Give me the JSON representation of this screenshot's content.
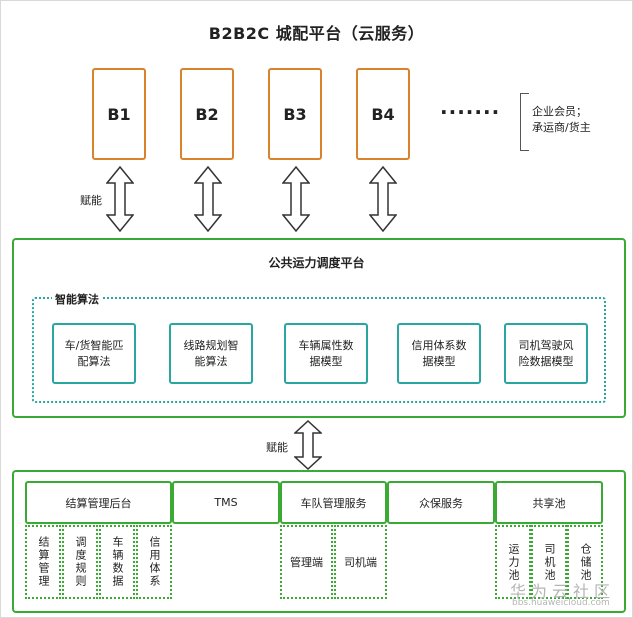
{
  "title": "B2B2C 城配平台（云服务）",
  "b_nodes": [
    "B1",
    "B2",
    "B3",
    "B4"
  ],
  "ellipsis": "·······",
  "members": [
    "企业会员；",
    "承运商/货主"
  ],
  "empower_label_top": "赋能",
  "empower_label_mid": "赋能",
  "platform": {
    "title": "公共运力调度平台",
    "algorithms_label": "智能算法",
    "algorithms": [
      "车/货智能匹配算法",
      "线路规划智能算法",
      "车辆属性数据模型",
      "信用体系数据模型",
      "司机驾驶风险数据模型"
    ]
  },
  "services": [
    "结算管理后台",
    "TMS",
    "车队管理服务",
    "众保服务",
    "共享池"
  ],
  "settlement_subs": [
    "结算管理",
    "调度规则",
    "车辆数据",
    "信用体系"
  ],
  "fleet_subs": [
    "管理端",
    "司机端"
  ],
  "pool_subs": [
    "运力池",
    "司机池",
    "仓储池"
  ],
  "watermark": {
    "text": "华为云社区",
    "url": "bbs.huaweicloud.com"
  },
  "colors": {
    "b_border": "#d9822b",
    "platform_border": "#3aaa35",
    "algo_border": "#2aa6a0"
  }
}
